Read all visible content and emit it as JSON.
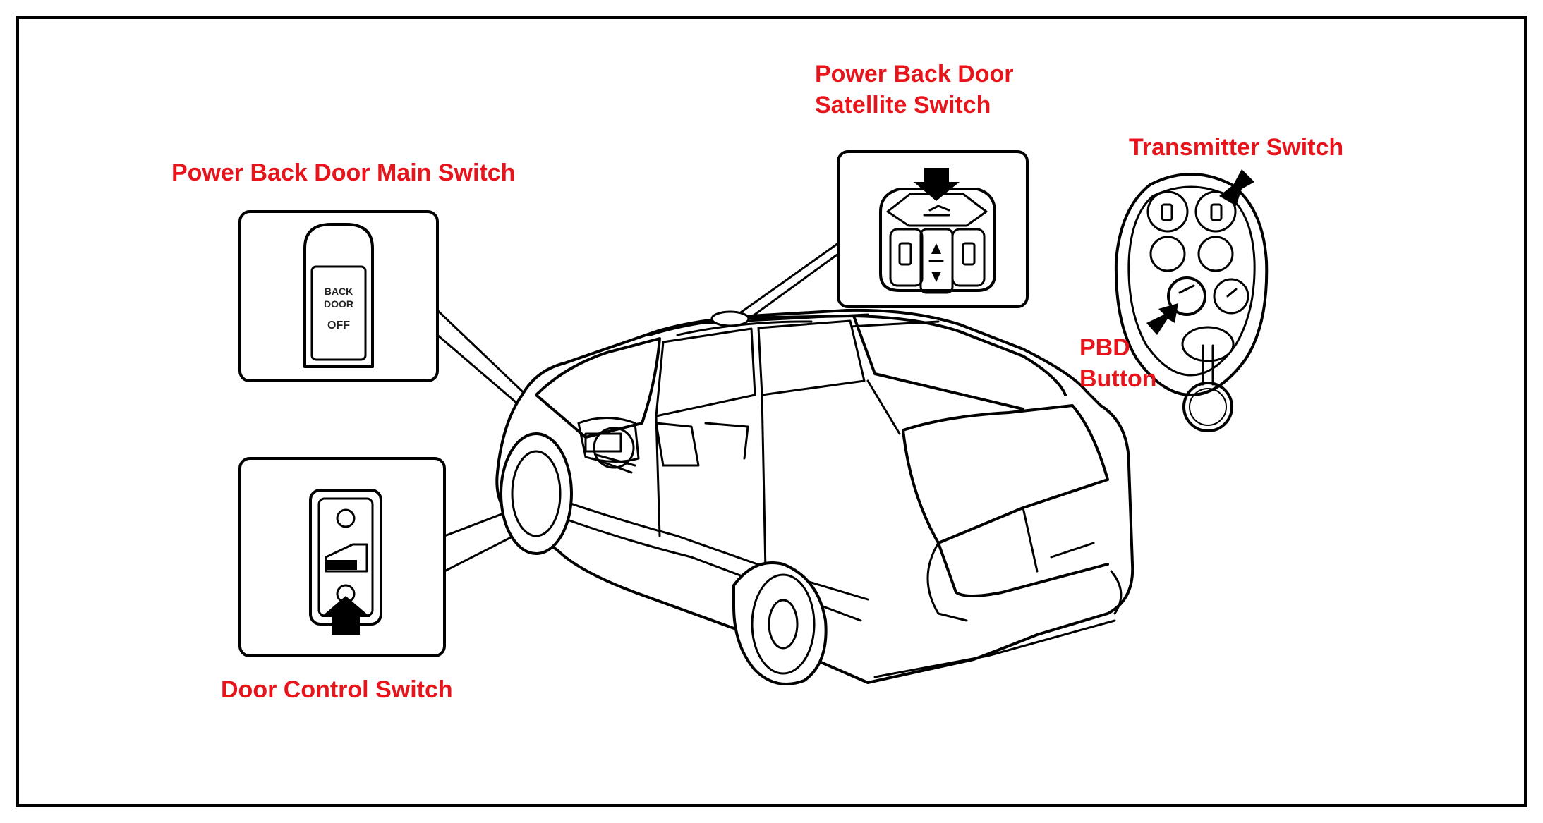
{
  "accent_color": "#e8141c",
  "labels": {
    "main_switch": "Power Back Door Main Switch",
    "satellite_line1": "Power Back Door",
    "satellite_line2": "Satellite Switch",
    "transmitter": "Transmitter Switch",
    "pbd_line1": "PBD",
    "pbd_line2": "Button",
    "door_control": "Door Control Switch"
  },
  "main_switch_text": {
    "line1": "BACK",
    "line2": "DOOR",
    "line3": "OFF"
  }
}
